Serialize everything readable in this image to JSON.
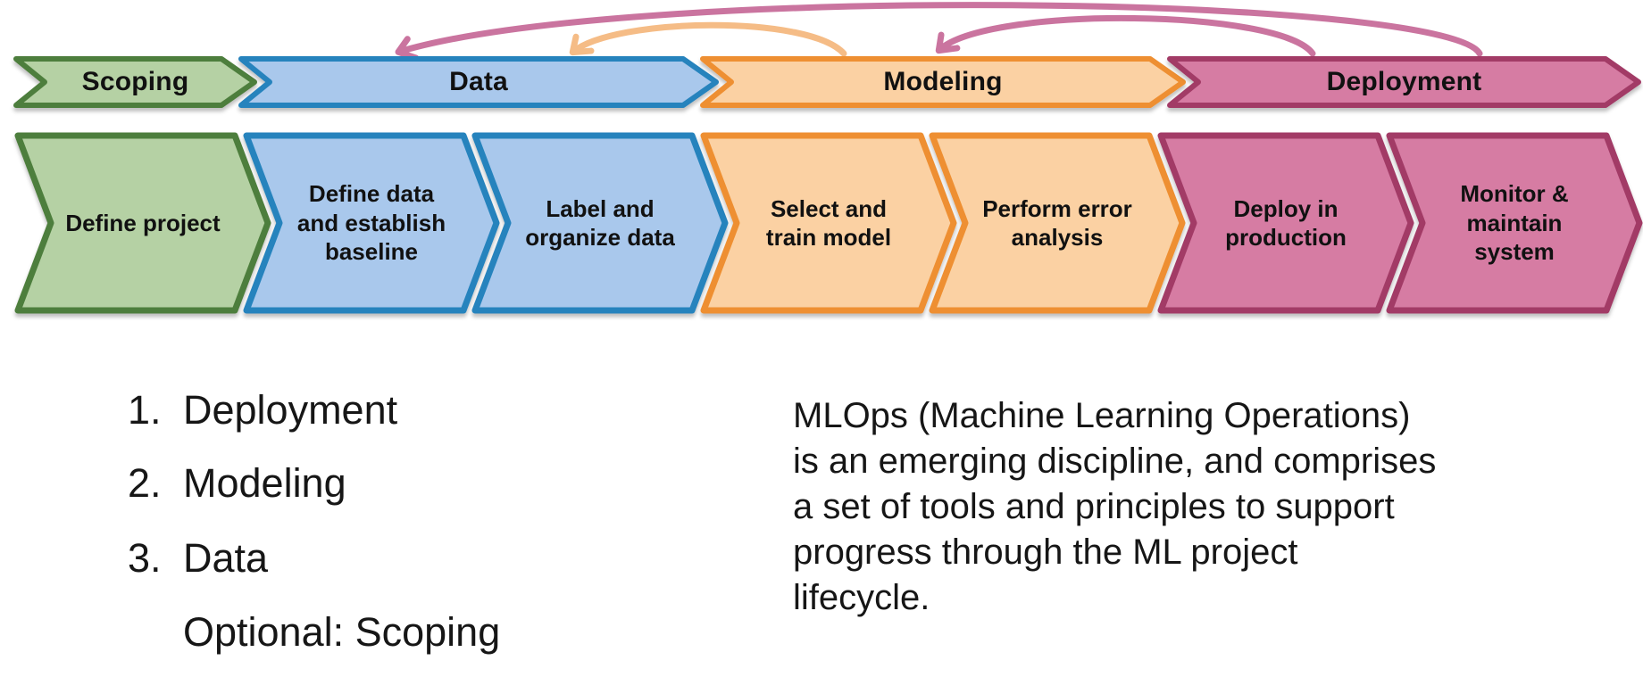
{
  "colors": {
    "background": "#ffffff",
    "text": "#111111",
    "green_fill": "#b5d1a4",
    "green_border": "#4e7e3c",
    "blue_fill": "#a9c8ec",
    "blue_border": "#2583bd",
    "orange_fill": "#fbd1a3",
    "orange_border": "#ee8f30",
    "pink_fill": "#d67ba3",
    "pink_border": "#a23a66",
    "arrow_pink": "#ca749f",
    "arrow_orange": "#f5bc86"
  },
  "flow": {
    "phases": [
      {
        "label": "Scoping",
        "fill": "#b5d1a4",
        "border": "#4e7e3c"
      },
      {
        "label": "Data",
        "fill": "#a9c8ec",
        "border": "#2583bd"
      },
      {
        "label": "Modeling",
        "fill": "#fbd1a3",
        "border": "#ee8f30"
      },
      {
        "label": "Deployment",
        "fill": "#d67ba3",
        "border": "#a23a66"
      }
    ],
    "steps": [
      {
        "label": "Define project",
        "fill": "#b5d1a4",
        "border": "#4e7e3c"
      },
      {
        "label": "Define data\nand establish\nbaseline",
        "fill": "#a9c8ec",
        "border": "#2583bd"
      },
      {
        "label": "Label and\norganize data",
        "fill": "#a9c8ec",
        "border": "#2583bd"
      },
      {
        "label": "Select and\ntrain model",
        "fill": "#fbd1a3",
        "border": "#ee8f30"
      },
      {
        "label": "Perform error\nanalysis",
        "fill": "#fbd1a3",
        "border": "#ee8f30"
      },
      {
        "label": "Deploy in\nproduction",
        "fill": "#d67ba3",
        "border": "#a23a66"
      },
      {
        "label": "Monitor &\nmaintain\nsystem",
        "fill": "#d67ba3",
        "border": "#a23a66"
      }
    ],
    "feedback_arrows": [
      {
        "id": "deployment-to-data",
        "from": "Deployment",
        "to": "Data",
        "color": "#ca749f"
      },
      {
        "id": "deployment-to-modeling",
        "from": "Deployment",
        "to": "Modeling",
        "color": "#ca749f"
      },
      {
        "id": "modeling-to-data",
        "from": "Modeling",
        "to": "Data",
        "color": "#f5bc86"
      }
    ]
  },
  "notes": {
    "items": [
      {
        "number": "1.",
        "label": "Deployment"
      },
      {
        "number": "2.",
        "label": "Modeling"
      },
      {
        "number": "3.",
        "label": "Data"
      }
    ],
    "optional_label": "Optional: Scoping"
  },
  "description": {
    "text": "MLOps (Machine Learning Operations)\nis an emerging discipline, and comprises\na set of tools and principles to support\nprogress through the ML project\nlifecycle."
  }
}
